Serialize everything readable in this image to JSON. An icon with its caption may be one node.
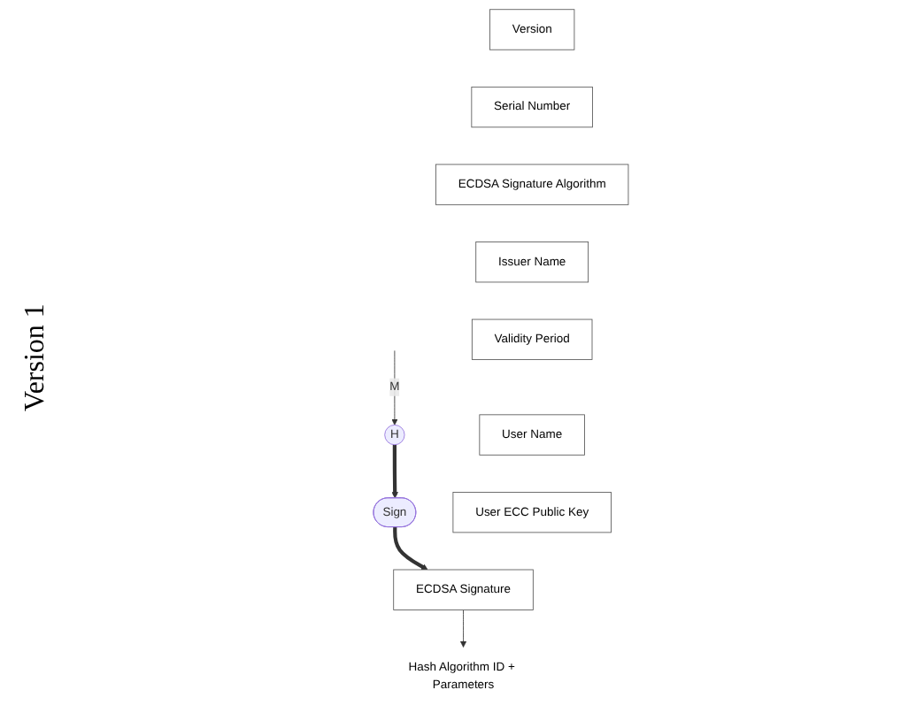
{
  "diagram": {
    "nodes": [
      {
        "text": [
          "Version"
        ]
      },
      {
        "text": [
          "Serial Number"
        ]
      },
      {
        "text": [
          "ECDSA Signature Algorithm"
        ]
      },
      {
        "text": [
          "Issuer Name"
        ]
      },
      {
        "text": [
          "Validity Period"
        ]
      },
      {
        "text": [
          "User Name"
        ]
      },
      {
        "text": [
          "User ECC Public Key"
        ]
      },
      {
        "text": [
          "ECDSA Signature"
        ]
      },
      {
        "text": [
          "H"
        ]
      },
      {
        "text": [
          "Sign"
        ]
      },
      {
        "text": [
          "Hash Algorithm ID + Parameters"
        ]
      }
    ],
    "edges": [
      {
        "from": null,
        "to": 8,
        "arrow": "to",
        "label": "M"
      },
      {
        "from": 8,
        "to": 9,
        "arrow": "to",
        "style": "thick"
      },
      {
        "from": 9,
        "to": 7,
        "arrow": "to",
        "style": "thick"
      },
      {
        "from": 7,
        "to": 10,
        "arrow": "to"
      }
    ],
    "labels": [
      "Version 1"
    ]
  }
}
